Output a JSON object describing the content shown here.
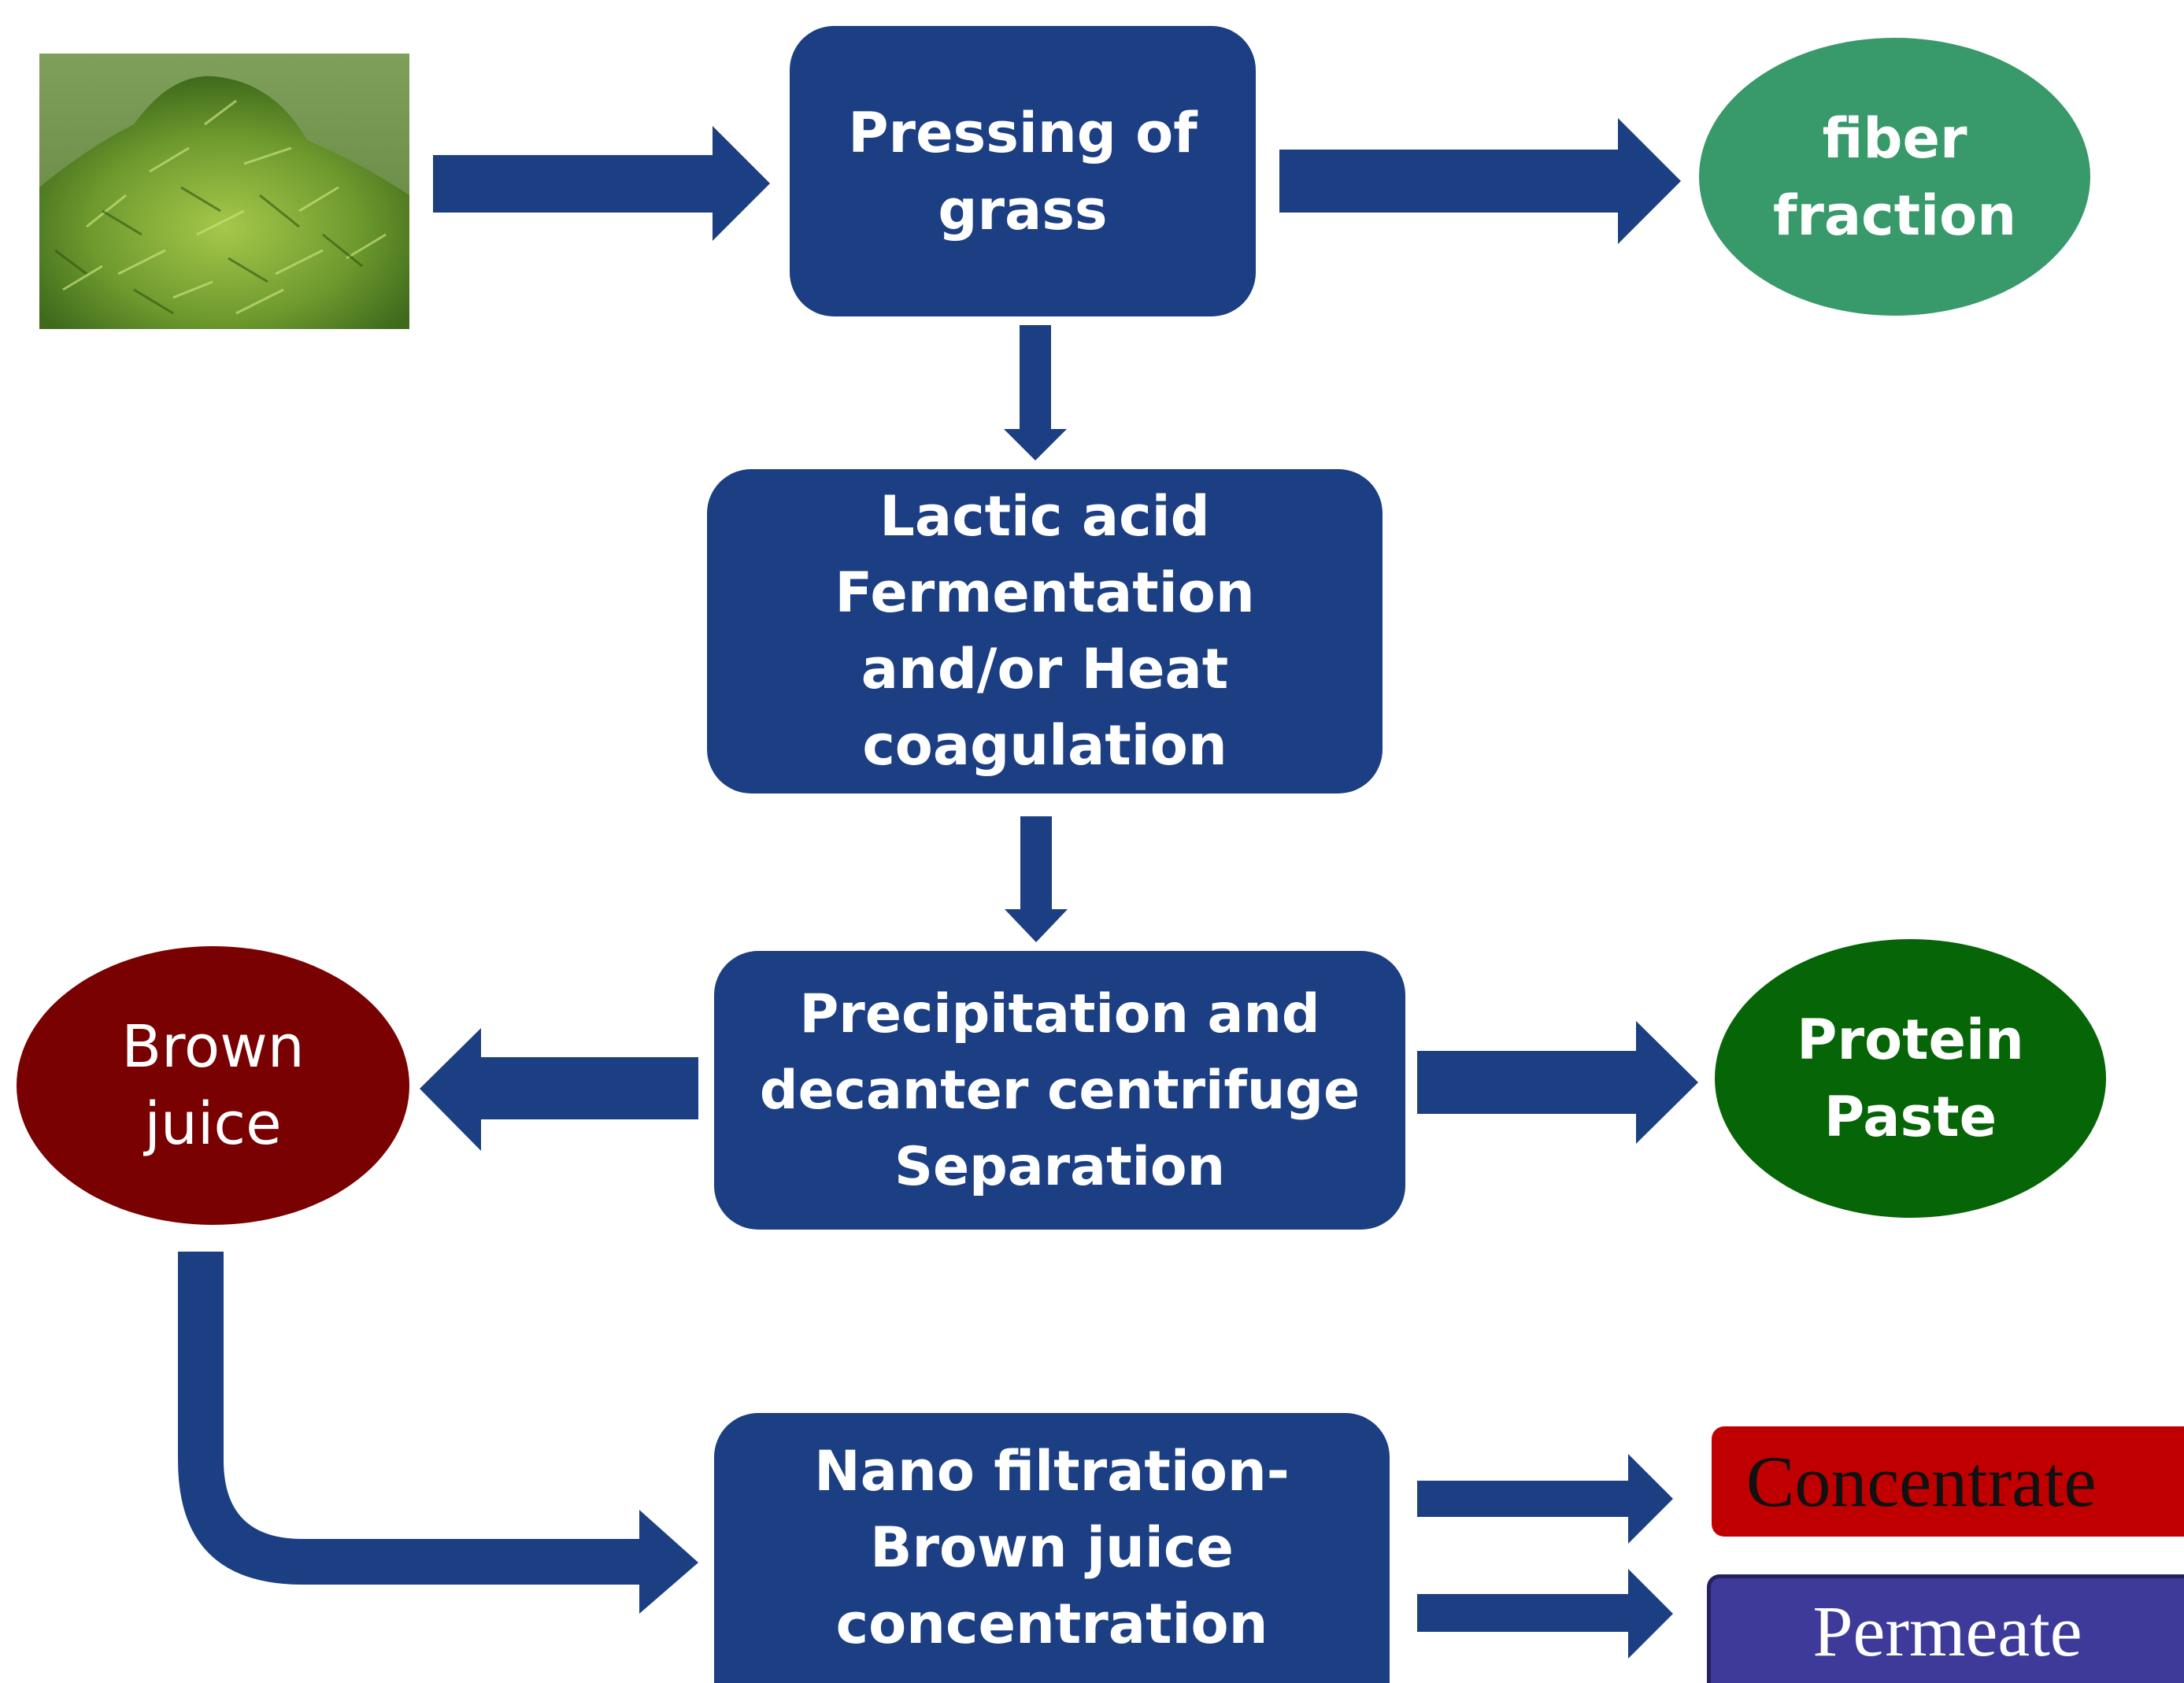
{
  "colors": {
    "process": "#1c3e82",
    "arrow": "#1c3e82",
    "fiber": "#38996a",
    "protein": "#066506",
    "brown_juice": "#7a0102",
    "concentrate": "#c00000",
    "permeate": "#3e3a9a"
  },
  "image": {
    "subject": "grass-photo-icon"
  },
  "nodes": {
    "pressing": {
      "lines": [
        "Pressing of",
        "grass"
      ]
    },
    "fiber": {
      "lines": [
        "fiber",
        "fraction"
      ]
    },
    "fermentation": {
      "lines": [
        "Lactic acid",
        "Fermentation",
        "and/or Heat",
        "coagulation"
      ]
    },
    "precipitation": {
      "lines": [
        "Precipitation and",
        "decanter centrifuge",
        "Separation"
      ]
    },
    "brown_juice": {
      "lines": [
        "Brown",
        "juice"
      ]
    },
    "protein": {
      "lines": [
        "Protein",
        "Paste"
      ]
    },
    "nano": {
      "lines": [
        "Nano filtration-",
        "Brown juice",
        "concentration"
      ]
    },
    "concentrate": {
      "label": "Concentrate"
    },
    "permeate": {
      "label": "Permeate"
    }
  }
}
